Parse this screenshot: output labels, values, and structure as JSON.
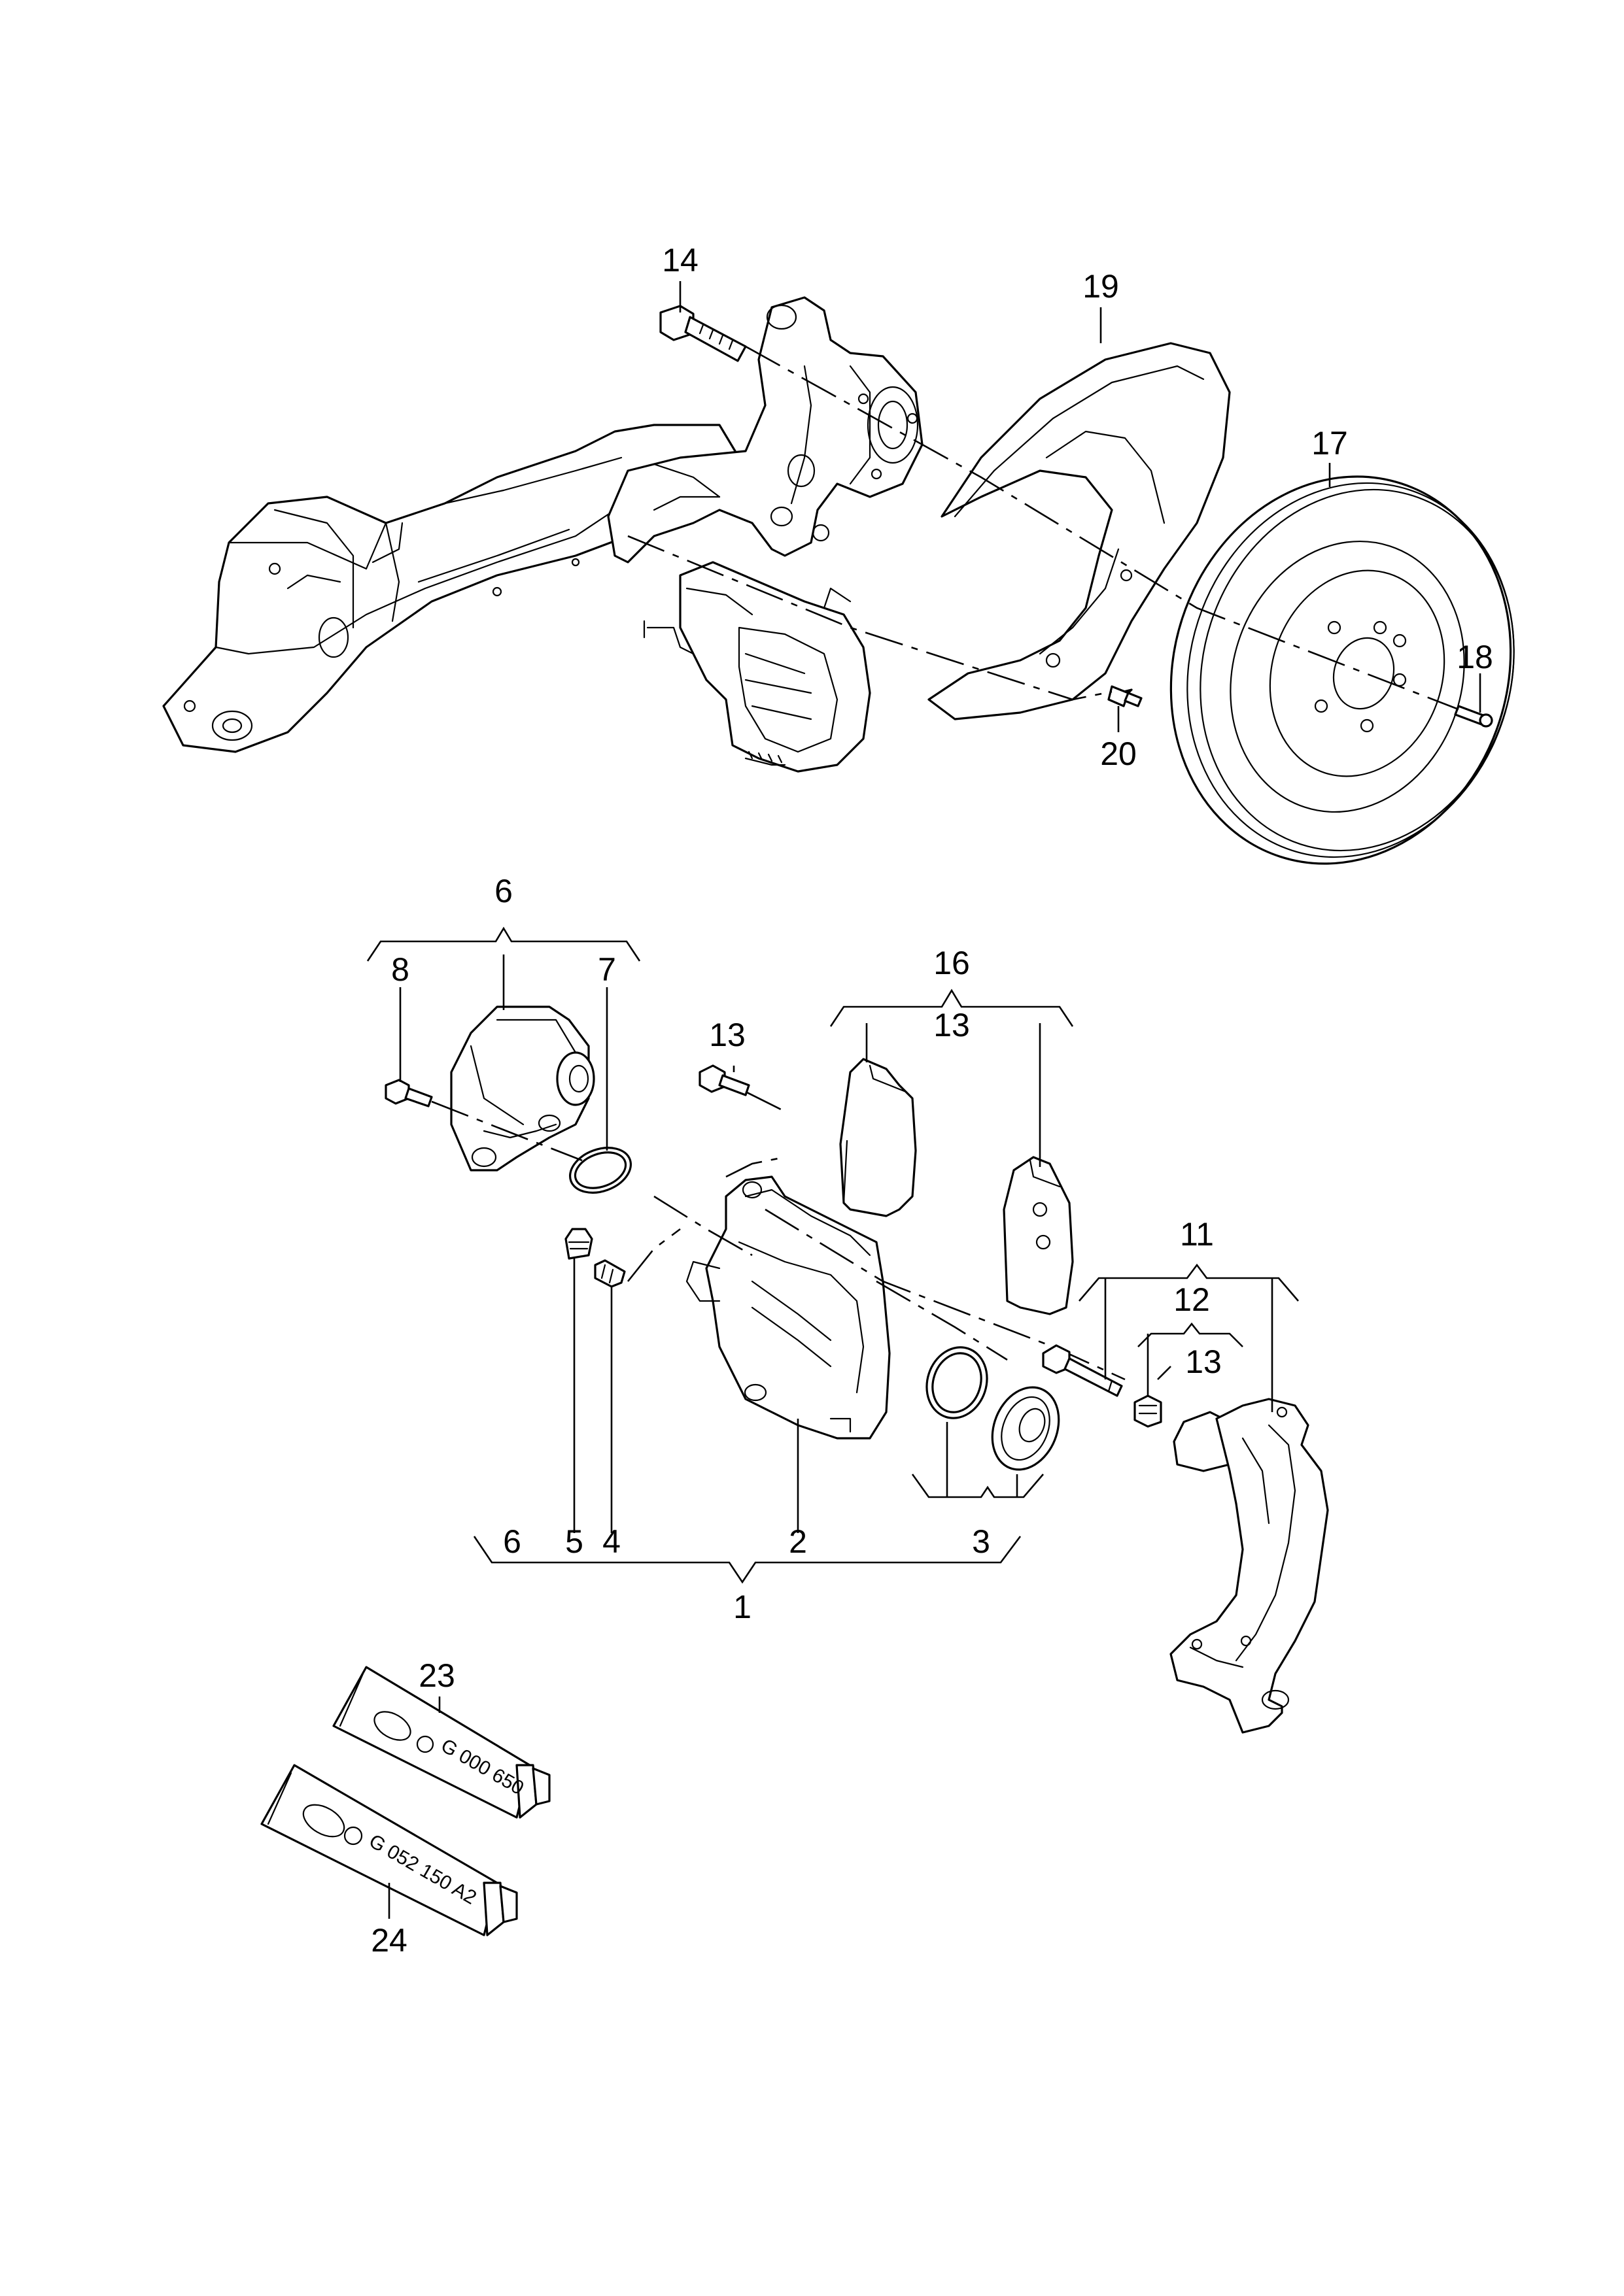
{
  "labels": {
    "l1": "1",
    "l2": "2",
    "l3": "3",
    "l4": "4",
    "l5": "5",
    "l6a": "6",
    "l6b": "6",
    "l7": "7",
    "l8": "8",
    "l11": "11",
    "l12": "12",
    "l13a": "13",
    "l13b": "13",
    "l13c": "13",
    "l14": "14",
    "l16": "16",
    "l17": "17",
    "l18": "18",
    "l19": "19",
    "l20": "20",
    "l23": "23",
    "l24": "24"
  },
  "tubes": {
    "t23_text": "G 000 650",
    "t24_text": "G 052 150 A2"
  }
}
